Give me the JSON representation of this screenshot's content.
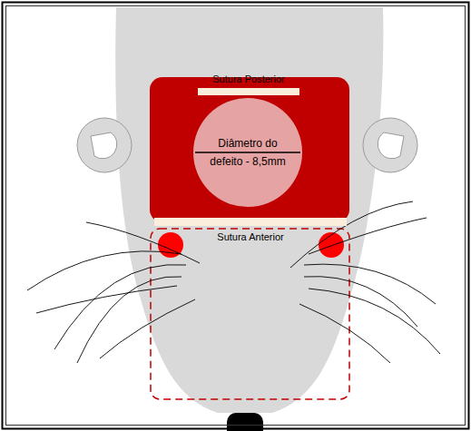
{
  "diagram": {
    "nodes": [
      {
        "text": [
          "Sutura Posterior"
        ]
      },
      {
        "text": [
          "Diâmetro do defeito - 8,5mm"
        ]
      },
      {
        "text": [
          "Sutura Anterior"
        ]
      }
    ]
  }
}
